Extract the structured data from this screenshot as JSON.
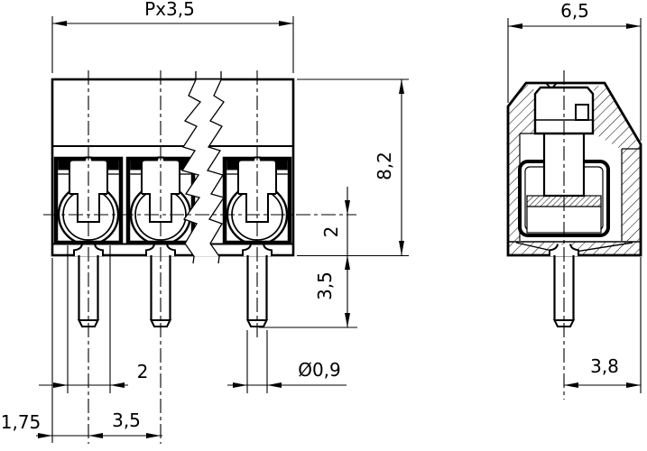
{
  "colors": {
    "line": "#000000",
    "background": "#ffffff"
  },
  "front_view": {
    "dim_pitch_total": "Px3,5",
    "dim_overall_height": "8,2",
    "dim_wire_center_to_base": "2",
    "dim_pin_length": "3,5",
    "dim_pin_gauge_width": "2",
    "dim_pin_diameter": "Ø0,9",
    "dim_edge_to_pin": "1,75",
    "dim_pitch": "3,5"
  },
  "side_view": {
    "dim_body_depth": "6,5",
    "dim_pin_to_back": "3,8"
  }
}
